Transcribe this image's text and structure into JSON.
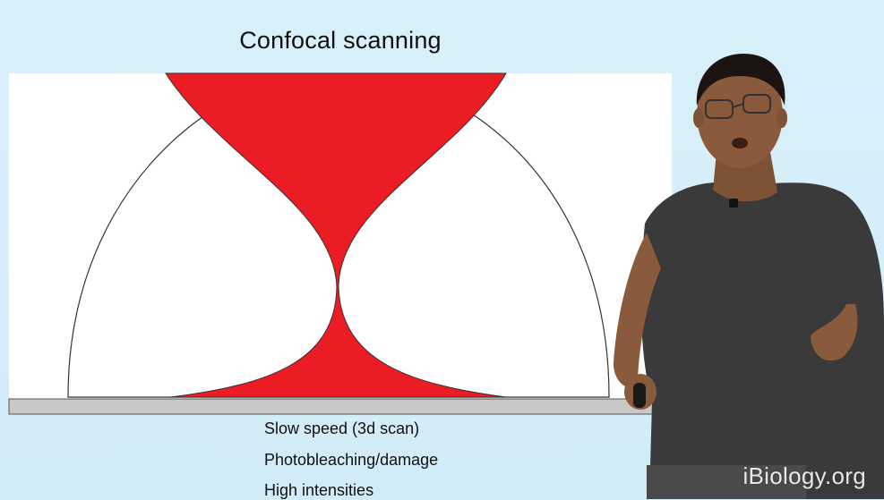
{
  "slide": {
    "title": "Confocal scanning",
    "bullets": [
      "Slow speed (3d scan)",
      "Photobleaching/damage",
      "High intensities"
    ]
  },
  "watermark": {
    "text": "iBiology.org"
  },
  "diagram": {
    "focus_color": "#ec1c24",
    "background_color": "#ffffff",
    "stage_color": "#c8c8c8"
  },
  "presenter": {
    "shirt_color": "#3a3a3a",
    "skin_color": "#8a5a3c"
  }
}
